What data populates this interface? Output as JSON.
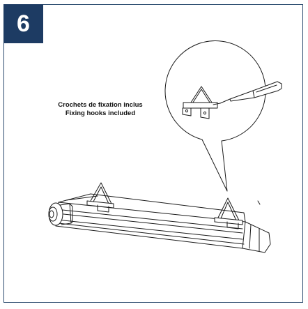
{
  "step": {
    "number": "6"
  },
  "caption": {
    "line_fr": "Crochets de fixation inclus",
    "line_en": "Fixing hooks included"
  },
  "colors": {
    "badge": "#1d3b63",
    "frame": "#2a4a6e",
    "line": "#1a1a1a"
  },
  "icons": {
    "detail": "magnified-detail-callout",
    "tool": "screwdriver-icon",
    "fixture": "led-batten-light-fixture"
  }
}
